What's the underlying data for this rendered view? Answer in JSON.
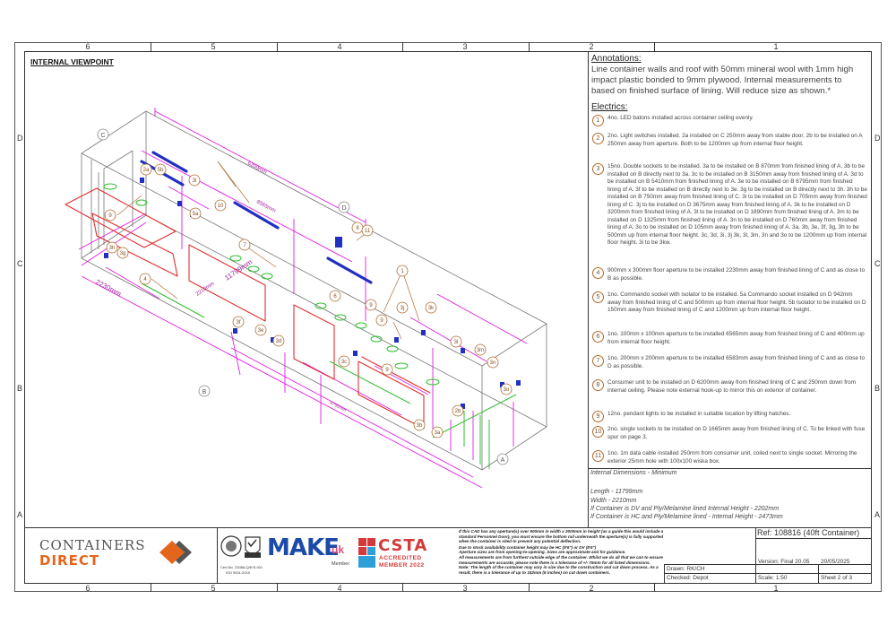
{
  "columns": [
    "6",
    "5",
    "4",
    "3",
    "2",
    "1"
  ],
  "rows": [
    "D",
    "C",
    "B",
    "A"
  ],
  "viewpoint_title": "INTERNAL VIEWPOINT",
  "annotations": {
    "heading": "Annotations:",
    "body": "Line container walls and roof with 50mm mineral wool with 1mm high impact plastic bonded to 9mm plywood.  Internal measurements to based on finished surface of lining. Will reduce size as shown.*"
  },
  "electrics": {
    "heading": "Electrics:",
    "items": [
      {
        "num": "1",
        "text": "4no. LED batons installed across container ceiling evenly."
      },
      {
        "num": "2",
        "text": "2no. Light switches installed. 2a installed on C 250mm away from stable door. 2b to be installed on A 250mm away from aperture. Both to be 1200mm up from internal floor height."
      },
      {
        "num": "3",
        "text": "15no. Double sockets to be installed.  3a to be installed on B 870mm from finished lining of A. 3b to be installed on B directly next to 3a. 3c to be installed on B 3150mm away from finished lining of A. 3d to be installed on B 5410mm from finished lining of A. 3e to be installed on B 6795mm from finished lining of A. 3f to be installed on B directly next to 3e. 3g to be installed on B directly next to 3h. 3h to be installed on B 750mm away from finished lining of C. 3i to be installed on D 705mm away from finished lining of C. 3j to be installed on D 3675mm away from finished lining of A. 3k to be installed on D 3200mm from finished lining of A. 3l to be installed on D 1890mm from finished lining of A. 3m to be installed on D 1325mm from finished lining of A. 3n to be installed on D 760mm away from finished lining of A. 3o to be installed on D 105mm away from finished lining of A. 3a, 3b, 3e, 3f, 3g, 3h to be 500mm up from internal floor height. 3c, 3d, 3i, 3j 3k, 3l, 3m, 3n and 3o to be 1200mm up from internal floor height.  3i to be 3kw."
      },
      {
        "num": "4",
        "text": "900mm x 300mm floor aperture to be installed 2230mm away from finished lining of C and as close to B as possible."
      },
      {
        "num": "5",
        "text": "1no. Commando socket with isolator to be installed. 5a Commando socket installed  on D 942mm away from finished lining of C and 500mm up from internal floor height. 5b Isolator to be installed on D 150mm away from finished lining of C and 1200mm up from internal floor height."
      },
      {
        "num": "6",
        "text": "1no. 100mm x 100mm aperture to be installed 6565mm away from finished lining of C and 400mm up from internal floor height."
      },
      {
        "num": "7",
        "text": "1no. 200mm x 200mm aperture to be installed 6583mm away from finished lining of C and as close to D as possible."
      },
      {
        "num": "8",
        "text": "Consumer unit to be installed on D 6200mm away from finished lining of C and 250mm down from internal ceiling. Please note external hook-up to mirror this on exterior of container."
      },
      {
        "num": "9",
        "text": "12no. pendant lights to be installed in suitable location by lifting hatches."
      },
      {
        "num": "10",
        "text": "2no. single sockets to be installed on D 1665mm away from finished lining of C. To be linked with fuse spur on page 3."
      },
      {
        "num": "11",
        "text": "1no. 1m data cable installed 250mm from consumer unit, coiled next to single socket. Mirroring the exterior 25mm hole with 100x100 wiska box."
      }
    ]
  },
  "internal_dimensions": {
    "title": "Internal Dimensions - Minimum",
    "lines": [
      "Length - 11799mm",
      "Width - 2210mm",
      "If Container is DV and Ply/Melamine lined Internal Height - 2202mm",
      "If Container is HC and Ply/Melamine lined - Internal Height - 2473mm"
    ]
  },
  "drawing_labels": {
    "wall_c": "C",
    "wall_d": "D",
    "wall_b": "B",
    "wall_a": "A",
    "dim_top": "6200mm",
    "dim_mid": "8565mm",
    "dim_floor_ap": "2230mm",
    "dim_length": "11799mm",
    "dim_width": "2210mm",
    "dim_low": "6795mm"
  },
  "callouts": [
    "2a",
    "5b",
    "3l",
    "10",
    "5a",
    "9",
    "3h",
    "3g",
    "4",
    "7",
    "6",
    "3f",
    "3e",
    "3d",
    "3c",
    "3b",
    "3a",
    "2b",
    "3j",
    "3k",
    "3i",
    "3m",
    "3n",
    "3o",
    "1",
    "8",
    "11"
  ],
  "logos": {
    "brand_line1": "CONTAINERS",
    "brand_line2": "DIRECT",
    "iso_caption1": "Cert.No. 23086-Q/E/S-001",
    "iso_caption2": "ISO 9001:2015",
    "make_text": "MAKE",
    "make_uk": "uk",
    "make_member": "Member",
    "csta_text": "CSTA",
    "csta_line2": "ACCREDITED",
    "csta_line3": "MEMBER 2022"
  },
  "notes": [
    "If this CAD has any aperture(s) over 900mm in width x 2000mm in height (as a guide this would include a standard Personnel Door), you must ensure the bottom rail underneath the aperture(s) is fully supported when the container is sited to prevent any potential deflection.",
    "Due to stock availability container height may be HC (9'6\") or DV (8'6\")",
    "Aperture sizes are from opening-to-opening. Sizes are approximate and for guidance.",
    "All measurements are from furthest outside edge of the container. Whilst we do all that we can to ensure measurements are accurate, please note there is a tolerance of +/- 75mm for all listed dimensions.",
    "Note: The length of the container may vary in size due to the construction and cut down process. As a result, there is a tolerance of up to 152mm (6 inches) on cut down containers."
  ],
  "title_block": {
    "ref": "Ref: 108816 (40ft Container)",
    "drawn": "Drawn: RK/CH",
    "checked": "Checked: Depot",
    "version": "Version: Final 20.05",
    "date": "20/05/2025",
    "scale": "Scale: 1:50",
    "sheet": "Sheet 2 of 3"
  },
  "colors": {
    "magenta": "#e020e0",
    "red": "#e03030",
    "blue": "#2030c0",
    "green": "#30c030",
    "brown": "#b06b2e",
    "brand_orange": "#e4661c"
  }
}
